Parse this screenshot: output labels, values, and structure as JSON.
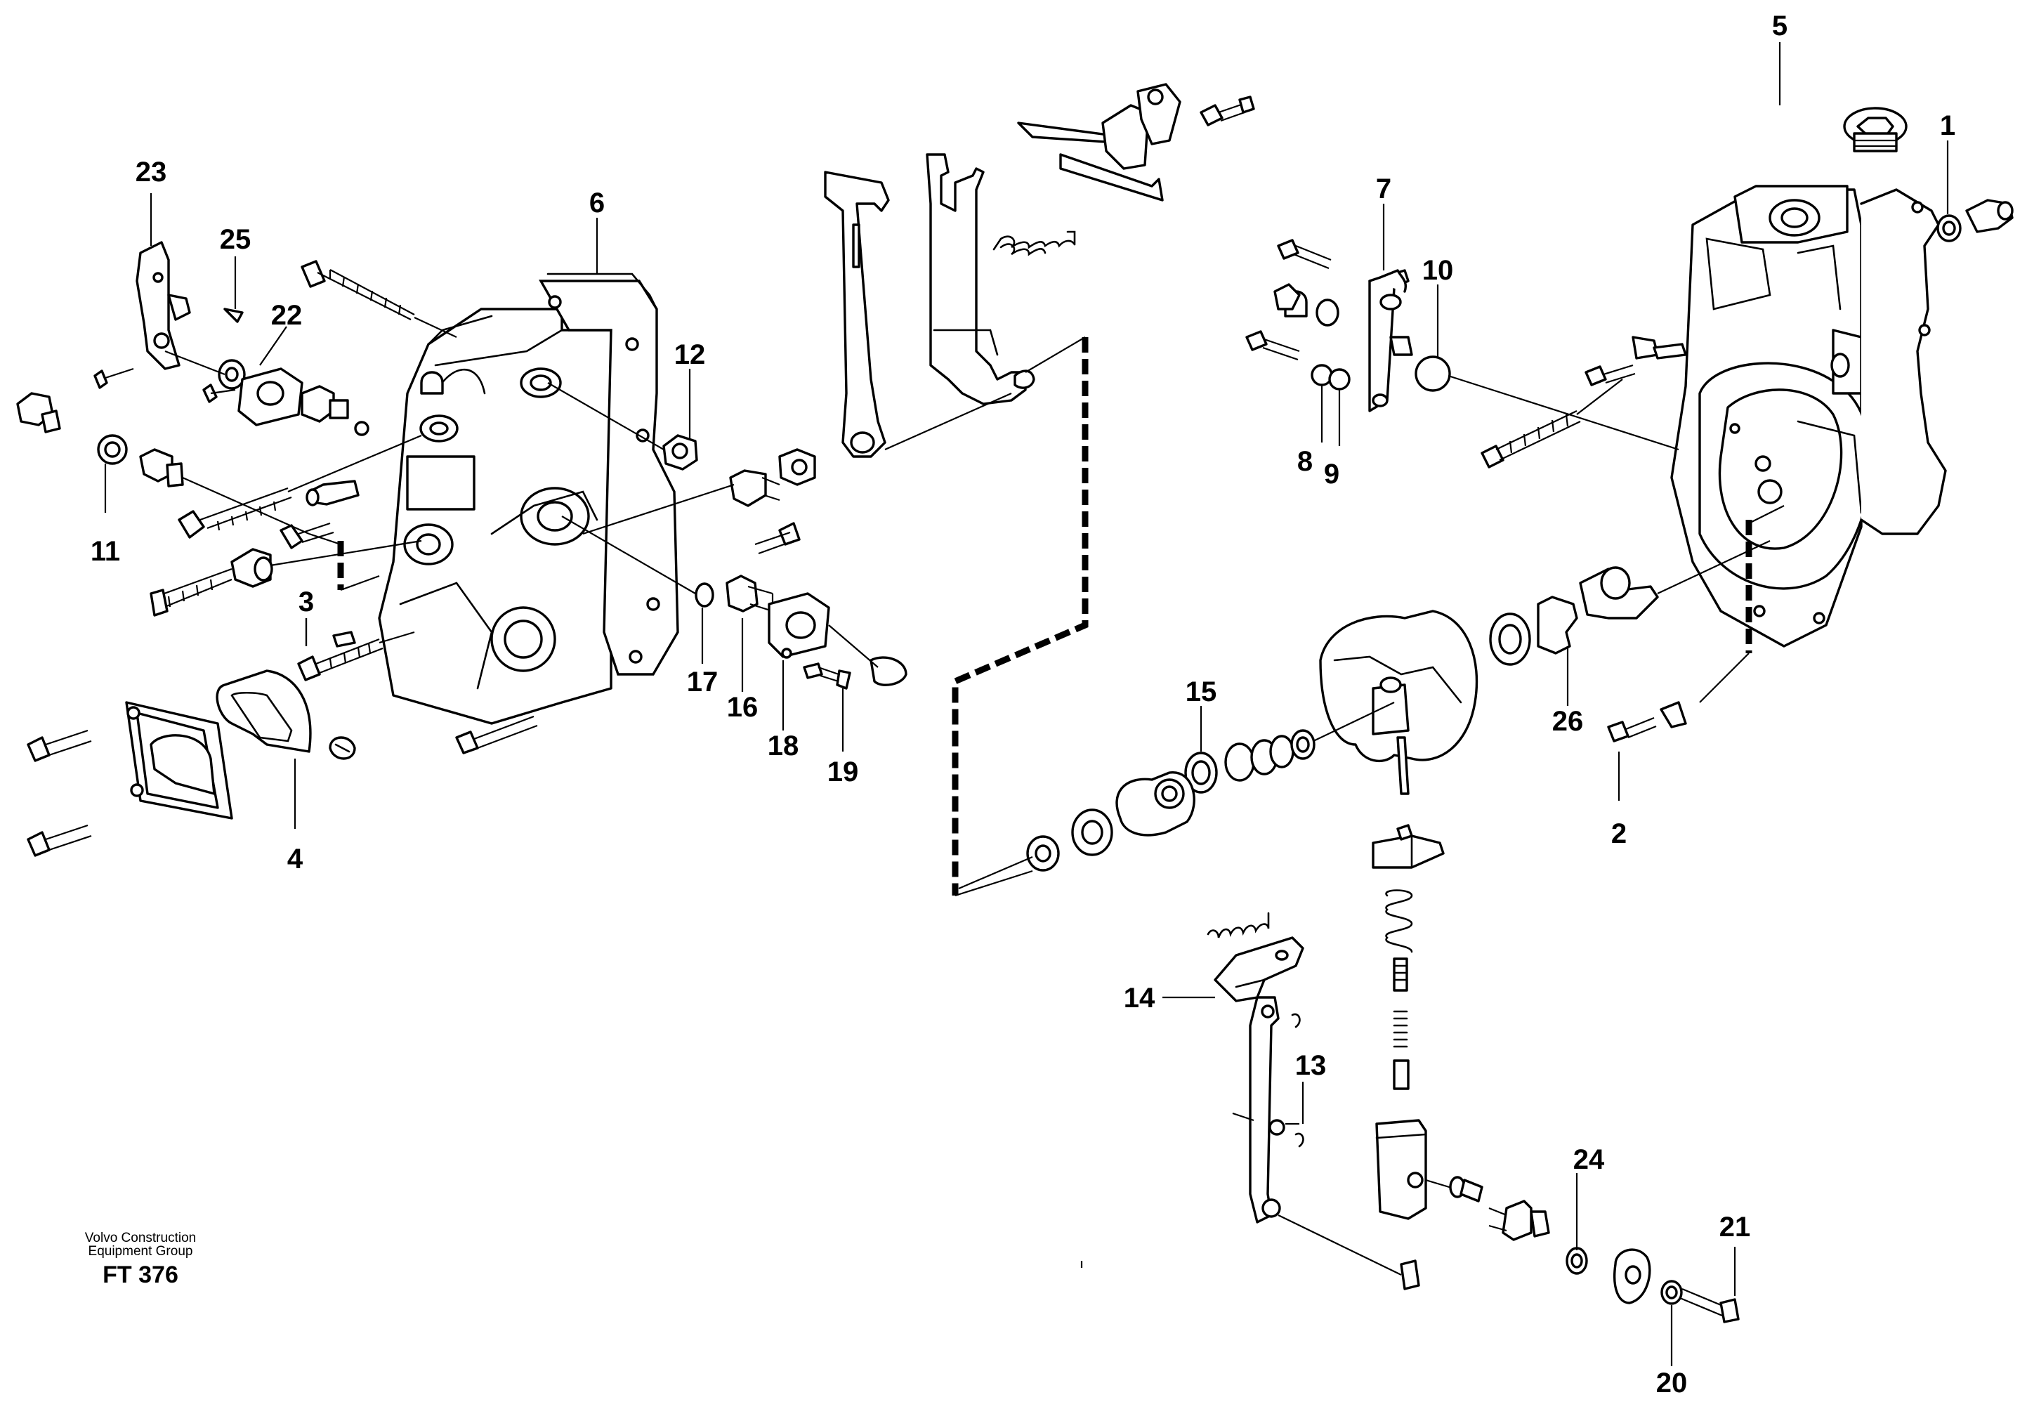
{
  "footer": {
    "company_line1": "Volvo Construction",
    "company_line2": "Equipment Group",
    "code": "FT 376"
  },
  "callouts": {
    "c1": "1",
    "c2": "2",
    "c3": "3",
    "c4": "4",
    "c5": "5",
    "c6": "6",
    "c7": "7",
    "c8": "8",
    "c9": "9",
    "c10": "10",
    "c11": "11",
    "c12": "12",
    "c13": "13",
    "c14": "14",
    "c15": "15",
    "c16": "16",
    "c17": "17",
    "c18": "18",
    "c19": "19",
    "c20": "20",
    "c21": "21",
    "c22": "22",
    "c23": "23",
    "c24": "24",
    "c25": "25",
    "c26": "26"
  }
}
